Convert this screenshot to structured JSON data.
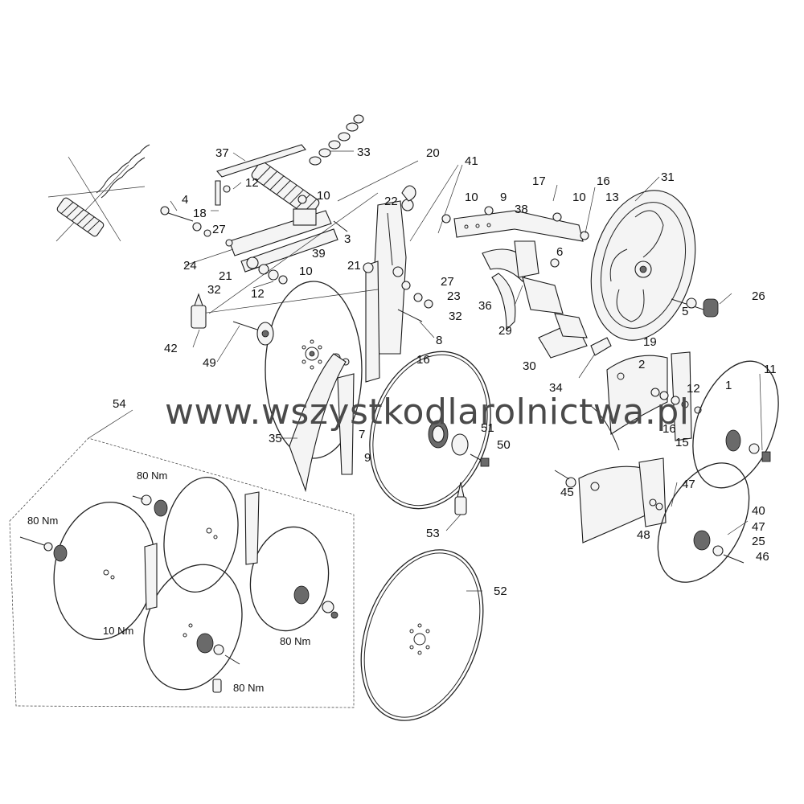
{
  "watermark": "www.wszystkodlarolnictwa.pl",
  "callouts": {
    "c1": "1",
    "c2": "2",
    "c3": "3",
    "c4": "4",
    "c5": "5",
    "c6": "6",
    "c7": "7",
    "c8": "8",
    "c9a": "9",
    "c9b": "9",
    "c10a": "10",
    "c10b": "10",
    "c10c": "10",
    "c10d": "10",
    "c11": "11",
    "c12a": "12",
    "c12b": "12",
    "c12c": "12",
    "c13": "13",
    "c15": "15",
    "c16a": "16",
    "c16b": "16",
    "c16c": "16",
    "c17": "17",
    "c18": "18",
    "c19": "19",
    "c20": "20",
    "c21a": "21",
    "c21b": "21",
    "c22": "22",
    "c23": "23",
    "c24": "24",
    "c25": "25",
    "c26": "26",
    "c27a": "27",
    "c27b": "27",
    "c29": "29",
    "c30": "30",
    "c31": "31",
    "c32a": "32",
    "c32b": "32",
    "c33": "33",
    "c34": "34",
    "c35": "35",
    "c36": "36",
    "c37": "37",
    "c38": "38",
    "c39": "39",
    "c40": "40",
    "c41": "41",
    "c42": "42",
    "c45": "45",
    "c46": "46",
    "c47a": "47",
    "c47b": "47",
    "c48": "48",
    "c49": "49",
    "c50": "50",
    "c51": "51",
    "c52": "52",
    "c53": "53",
    "c54": "54"
  },
  "torque": {
    "t1": "80 Nm",
    "t2": "80 Nm",
    "t3": "10 Nm",
    "t4": "80 Nm",
    "t5": "80 Nm"
  }
}
